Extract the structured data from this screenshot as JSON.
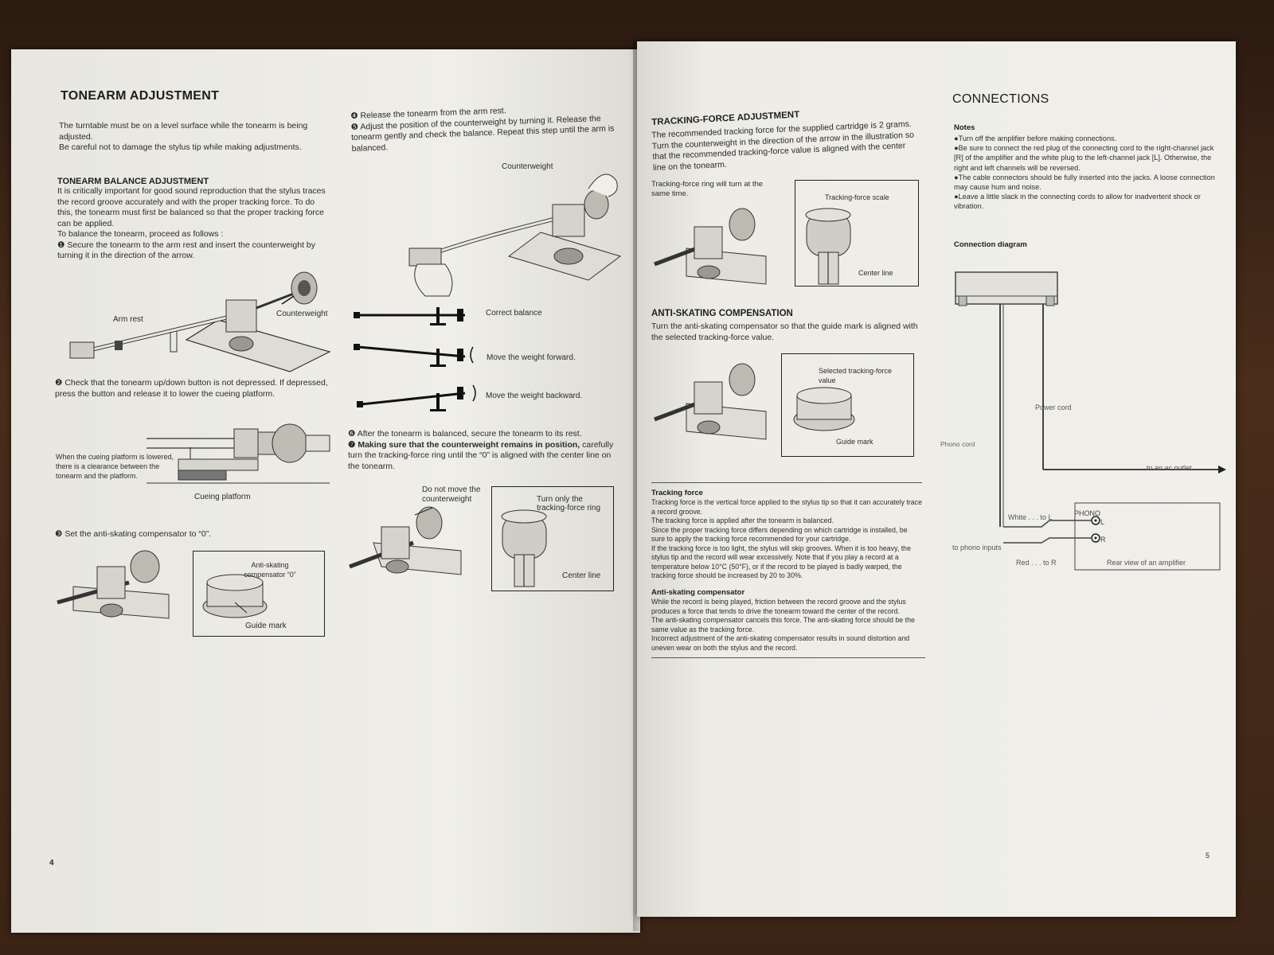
{
  "left_page": {
    "title": "TONEARM ADJUSTMENT",
    "intro": [
      "The turntable must be on a level surface while the tonearm is being adjusted.",
      "Be careful not to damage the stylus tip while making adjustments."
    ],
    "balance_heading": "TONEARM BALANCE ADJUSTMENT",
    "balance_text": [
      "It is critically important for good sound reproduction that the stylus traces the record groove accurately and with the proper tracking force.  To do this, the tonearm must first be balanced so that the proper tracking force can be applied.",
      "To balance the tonearm, proceed as follows :",
      "❶ Secure the tonearm to the arm rest and insert the counterweight by turning it in the direction of the arrow."
    ],
    "fig1": {
      "arm_rest": "Arm rest",
      "counterweight": "Counterweight"
    },
    "step2": "❷ Check that the tonearm up/down button is not depressed.  If depressed, press the button and release it to lower the cueing platform.",
    "fig2": {
      "clearance": "When the cueing platform is lowered, there is a clearance between the tonearm and the platform.",
      "cueing_platform": "Cueing platform"
    },
    "step3": "❸ Set the anti-skating compensator to “0”.",
    "fig3": {
      "anti_skating": "Anti-skating compensator “0”",
      "guide_mark": "Guide mark"
    },
    "col2": {
      "step4": "❹ Release the tonearm from the arm rest.",
      "step5": "❺ Adjust the position of the counterweight by turning it.  Release the tonearm gently and check the balance.  Repeat this step until the arm is balanced.",
      "counterweight": "Counterweight",
      "correct_balance": "Correct balance",
      "move_forward": "Move the weight forward.",
      "move_backward": "Move the weight backward.",
      "step6": "❻ After the tonearm is balanced, secure the tonearm to its rest.",
      "step7_bold": "❼ Making sure that the counterweight remains in position,",
      "step7_rest": " carefully turn the tracking-force ring until the “0” is aligned with the center line on the tonearm.",
      "do_not_move": "Do not move the counterweight",
      "turn_only": "Turn only the tracking-force ring",
      "center_line": "Center line"
    },
    "page_number": "4"
  },
  "right_page": {
    "tf_heading": "TRACKING-FORCE ADJUSTMENT",
    "tf_text": "The recommended tracking force for the supplied cartridge is 2 grams.  Turn the counterweight in the direction of the arrow in the illustration so that the recommended tracking-force value is aligned with the center line on the tonearm.",
    "tf_fig": {
      "ring_turn": "Tracking-force ring will turn at the same time.",
      "scale": "Tracking-force scale",
      "center_line": "Center line"
    },
    "as_heading": "ANTI-SKATING COMPENSATION",
    "as_text": "Turn the anti-skating compensator so that the guide mark is aligned with the selected tracking-force value.",
    "as_fig": {
      "selected": "Selected tracking-force value",
      "guide_mark": "Guide mark"
    },
    "box_tf_title": "Tracking force",
    "box_tf_text": [
      "Tracking force is the vertical force applied to the stylus tip so that it can accurately trace a record groove.",
      "The tracking force is applied after the tonearm is balanced.",
      "Since the proper tracking force differs depending on which cartridge is installed, be sure to apply the tracking force recommended for your cartridge.",
      "If the tracking force is too light, the stylus will skip grooves.  When it is too heavy, the stylus tip and the record will wear excessively.  Note that if you play a record at a temperature below 10°C (50°F), or if the record to be played is badly warped, the tracking force should be increased by 20 to 30%."
    ],
    "box_as_title": "Anti-skating compensator",
    "box_as_text": [
      "While the record is being played, friction between the record groove and the stylus produces a force that tends to drive the tonearm toward the center of the record.",
      "The anti-skating compensator cancels this force.  The anti-skating force should be the same value as the tracking force.",
      "Incorrect adjustment of the anti-skating compensator results in sound distortion and uneven wear on both the stylus and the record."
    ],
    "conn_heading": "CONNECTIONS",
    "notes_title": "Notes",
    "notes": [
      "●Turn off the amplifier before making connections.",
      "●Be sure to connect the red plug of the connecting cord to the right-channel jack [R] of the amplifier and the white plug to the left-channel jack [L].  Otherwise, the right and left channels will be reversed.",
      "●The cable connectors should be fully inserted into the jacks. A loose connection may cause hum and noise.",
      "●Leave a little slack in the connecting cords to allow for inadvertent shock or vibration."
    ],
    "diagram_title": "Connection diagram",
    "diagram": {
      "power_cord": "Power cord",
      "phono_cord": "Phono cord",
      "ac_outlet": "to an ac outlet",
      "white": "White . . . to L",
      "red": "Red . . . to R",
      "phono_inputs": "to phono inputs",
      "phono": "PHONO",
      "L": "L",
      "R": "R",
      "rear_view": "Rear view of an amplifier"
    },
    "page_number": "5"
  }
}
